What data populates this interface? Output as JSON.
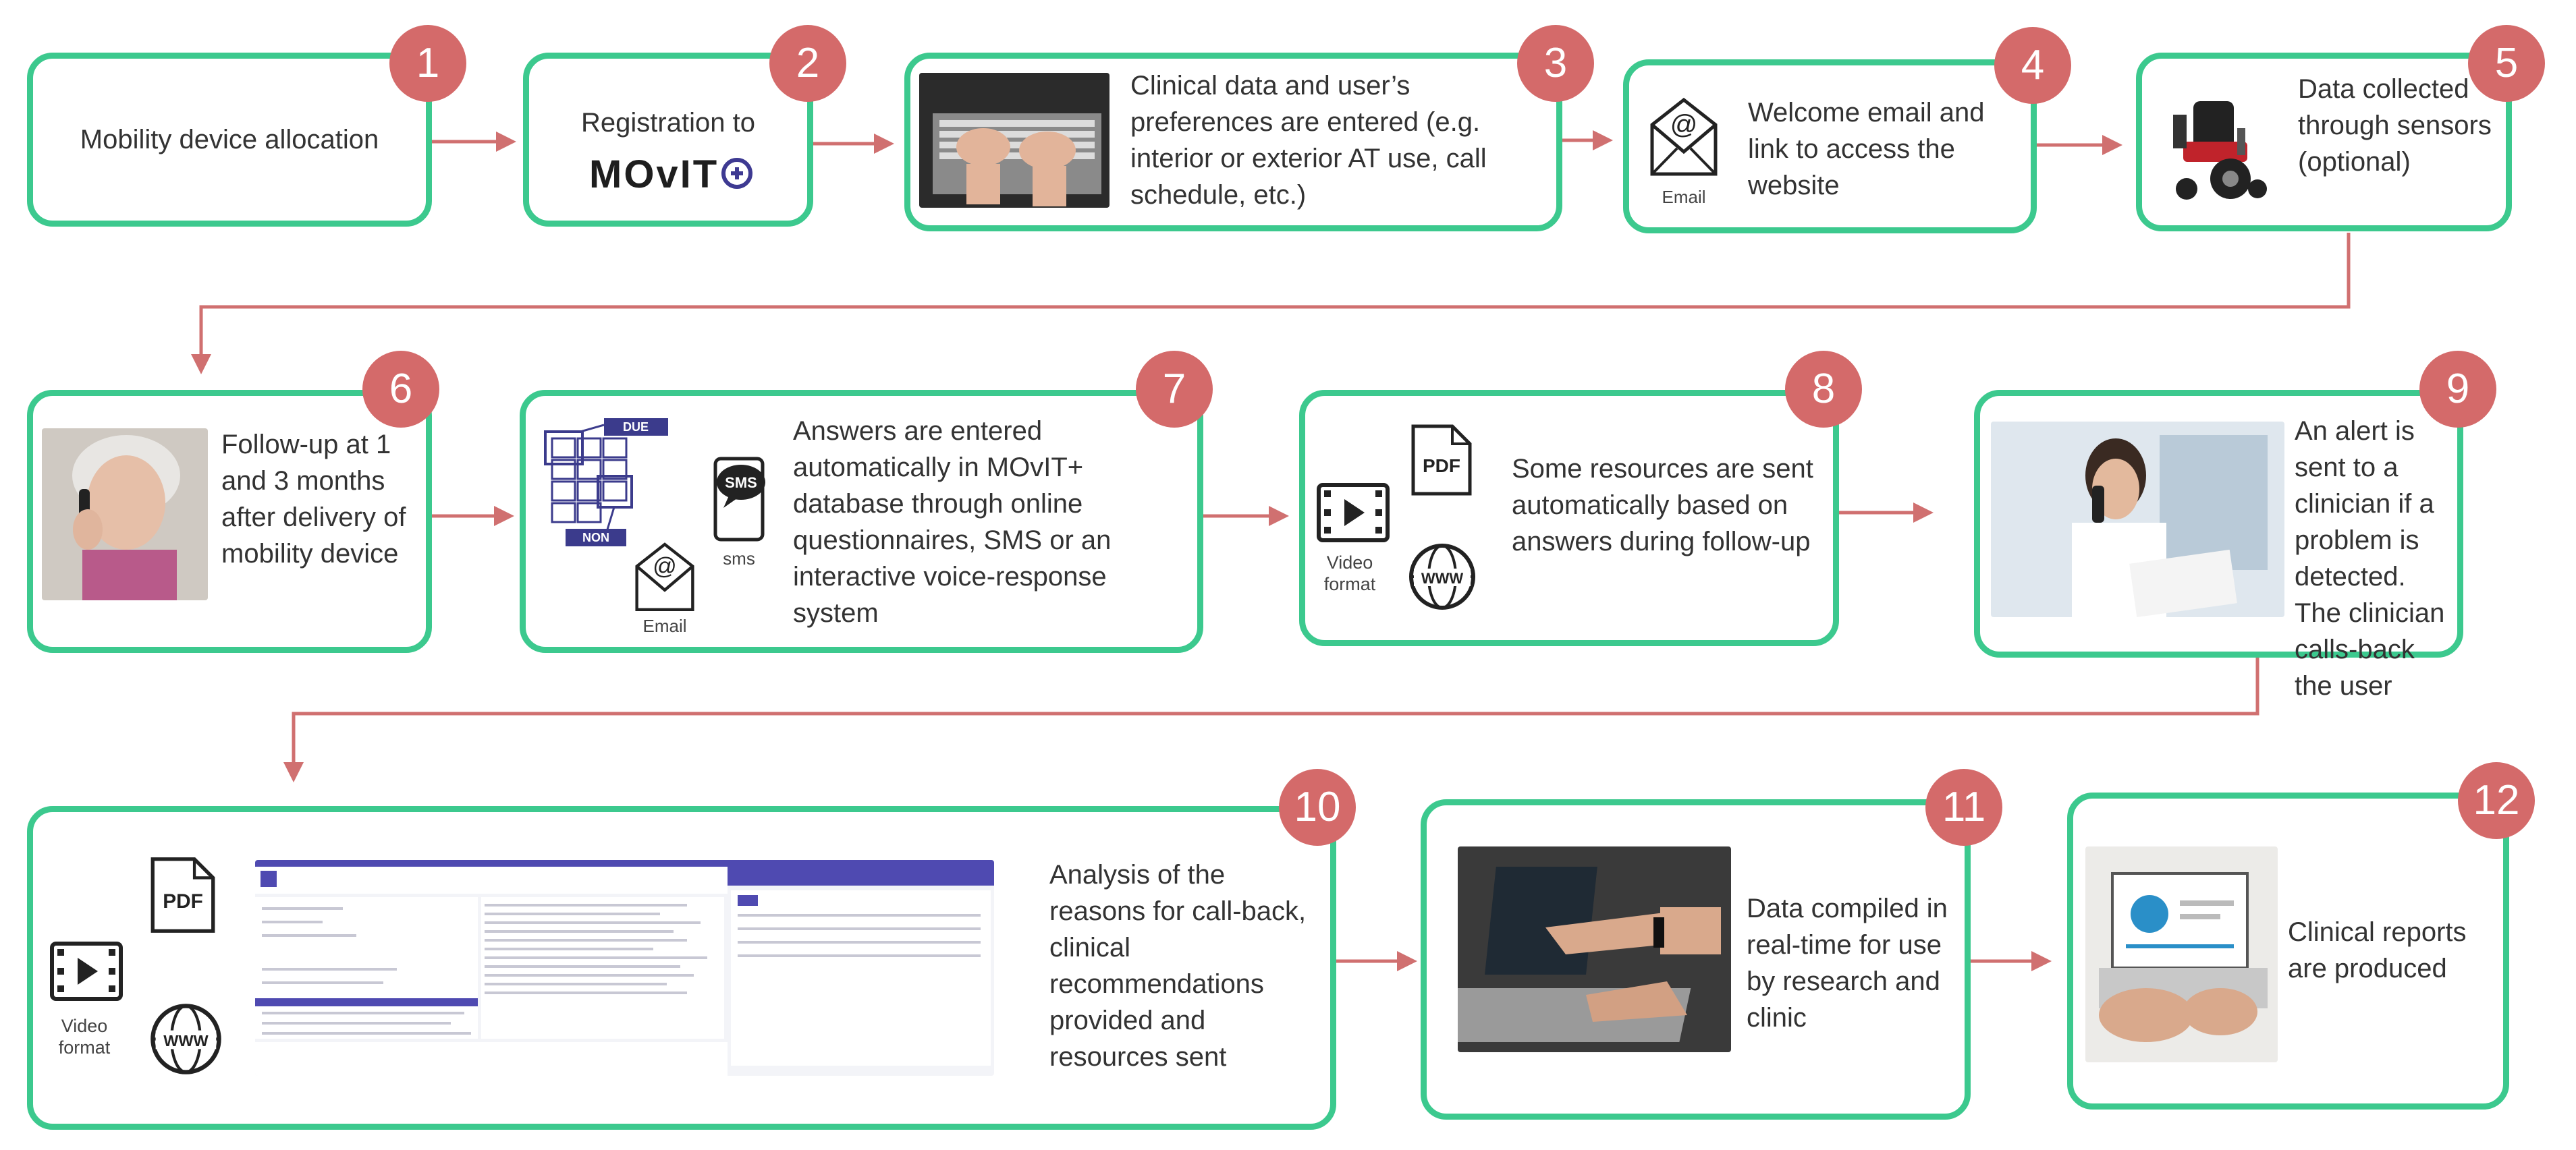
{
  "colors": {
    "box_border": "#3cc98e",
    "badge": "#d46a6a",
    "arrow": "#d07070",
    "brand_plus": "#3e3a92"
  },
  "steps": [
    {
      "number": "1",
      "text": "Mobility device allocation"
    },
    {
      "number": "2",
      "text": "Registration to",
      "logo": "MOvIT"
    },
    {
      "number": "3",
      "text": "Clinical data and user’s preferences are entered (e.g. interior or exterior AT use, call schedule, etc.)"
    },
    {
      "number": "4",
      "text": "Welcome email and link to access the website",
      "icon_caption": "Email"
    },
    {
      "number": "5",
      "text": "Data collected through sensors (optional)"
    },
    {
      "number": "6",
      "text": "Follow-up at 1 and 3 months after delivery of mobility device"
    },
    {
      "number": "7",
      "text": "Answers are entered automatically in MOvIT+ database through online questionnaires, SMS or an interactive voice-response system",
      "calendar_tags": [
        "DUE",
        "NON"
      ],
      "sms_label": "SMS",
      "sms_caption": "sms",
      "email_caption": "Email"
    },
    {
      "number": "8",
      "text": "Some resources are sent automatically based on answers during follow-up",
      "pdf_label": "PDF",
      "video_caption": "Video format",
      "www_label": "WWW"
    },
    {
      "number": "9",
      "text": "An alert is sent to a clinician if a problem is detected. The clinician calls-back the user"
    },
    {
      "number": "10",
      "text": "Analysis of the reasons for call-back, clinical recommendations provided and resources sent",
      "pdf_label": "PDF",
      "video_caption": "Video format",
      "www_label": "WWW"
    },
    {
      "number": "11",
      "text": "Data compiled in real-time for use by research and clinic"
    },
    {
      "number": "12",
      "text": "Clinical reports are produced"
    }
  ]
}
